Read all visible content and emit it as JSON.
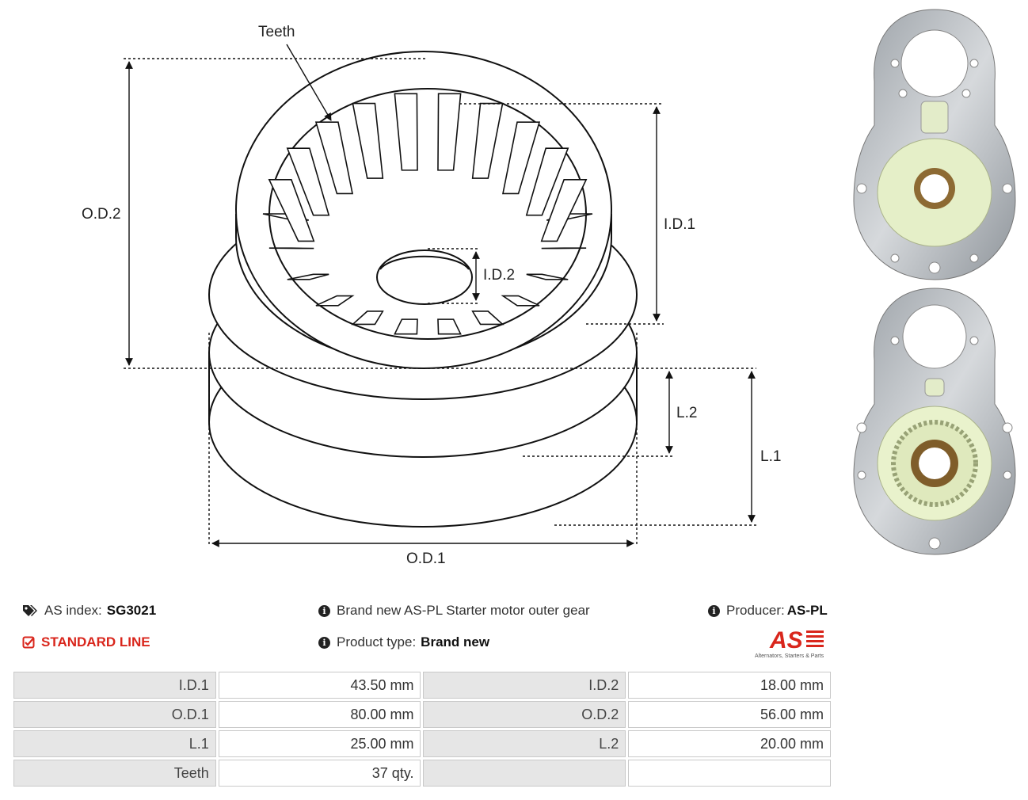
{
  "drawing": {
    "labels": {
      "teeth": "Teeth",
      "od2": "O.D.2",
      "id1": "I.D.1",
      "id2": "I.D.2",
      "l2": "L.2",
      "l1": "L.1",
      "od1": "O.D.1"
    }
  },
  "info": {
    "as_index_label": "AS index:",
    "as_index_value": "SG3021",
    "description": "Brand new AS-PL Starter motor outer gear",
    "producer_label": "Producer:",
    "producer_value": "AS-PL",
    "line": "STANDARD LINE",
    "product_type_label": "Product type:",
    "product_type_value": "Brand new"
  },
  "logo": {
    "mark": "AS",
    "tagline": "Alternators, Starters & Parts"
  },
  "specs": [
    [
      {
        "label": "I.D.1",
        "value": "43.50 mm"
      },
      {
        "label": "I.D.2",
        "value": "18.00 mm"
      }
    ],
    [
      {
        "label": "O.D.1",
        "value": "80.00 mm"
      },
      {
        "label": "O.D.2",
        "value": "56.00 mm"
      }
    ],
    [
      {
        "label": "L.1",
        "value": "25.00 mm"
      },
      {
        "label": "L.2",
        "value": "20.00 mm"
      }
    ],
    [
      {
        "label": "Teeth",
        "value": "37 qty."
      },
      {
        "label": "",
        "value": ""
      }
    ]
  ],
  "colors": {
    "accent_red": "#d9261c",
    "label_bg": "#e6e6e6",
    "border": "#c9c9c9"
  }
}
